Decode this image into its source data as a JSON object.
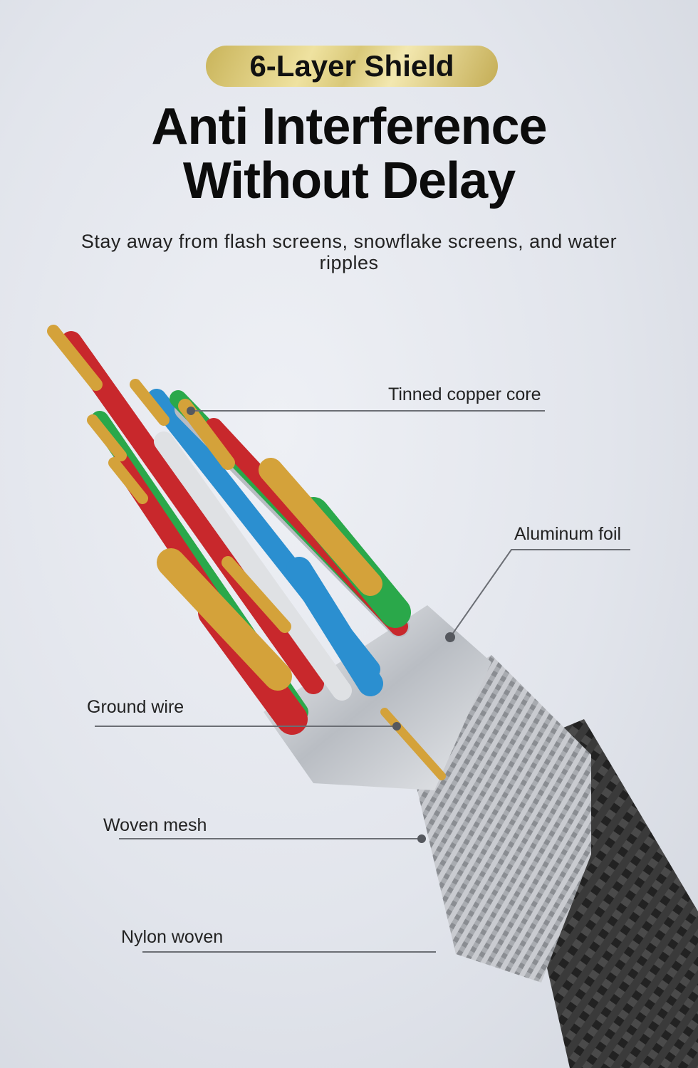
{
  "badge": "6-Layer Shield",
  "title_line1": "Anti Interference",
  "title_line2": "Without Delay",
  "subtitle": "Stay away from flash screens, snowflake screens, and water ripples",
  "labels": {
    "tinned_copper_core": "Tinned copper core",
    "aluminum_foil": "Aluminum foil",
    "ground_wire": "Ground wire",
    "woven_mesh": "Woven mesh",
    "nylon_woven": "Nylon woven"
  },
  "colors": {
    "gold": "#d9c878",
    "copper": "#d4a23a",
    "red": "#c8282c",
    "green": "#2aa84a",
    "blue": "#2b8fd0",
    "silver": "#c8ccd2"
  }
}
